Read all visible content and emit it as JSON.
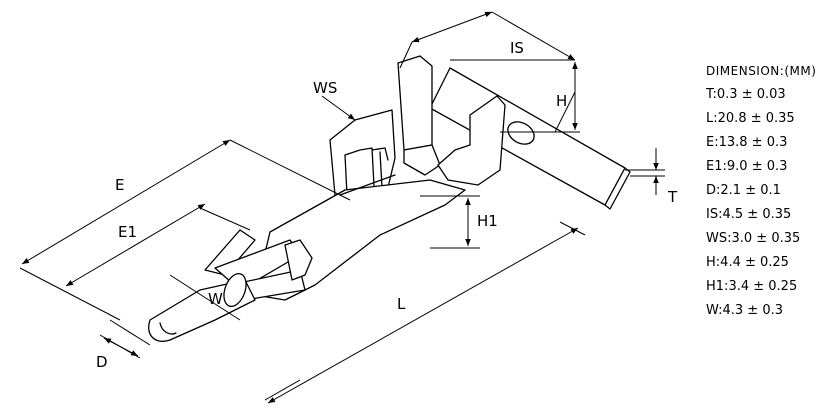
{
  "dimensions_title": "DIMENSION:(MM)",
  "specs": [
    {
      "label": "T",
      "value": "0.3 ± 0.03"
    },
    {
      "label": "L",
      "value": "20.8 ± 0.35"
    },
    {
      "label": "E",
      "value": "13.8 ± 0.3"
    },
    {
      "label": "E1",
      "value": "9.0 ± 0.3"
    },
    {
      "label": "D",
      "value": "2.1 ± 0.1"
    },
    {
      "label": "IS",
      "value": "4.5 ± 0.35"
    },
    {
      "label": "WS",
      "value": "3.0 ± 0.35"
    },
    {
      "label": "H",
      "value": "4.4 ± 0.25"
    },
    {
      "label": "H1",
      "value": "3.4 ± 0.25"
    },
    {
      "label": "W",
      "value": "4.3 ± 0.3"
    }
  ],
  "callouts": {
    "is": "IS",
    "ws": "WS",
    "h": "H",
    "t": "T",
    "e": "E",
    "e1": "E1",
    "h1": "H1",
    "w": "W",
    "l": "L",
    "d": "D"
  }
}
